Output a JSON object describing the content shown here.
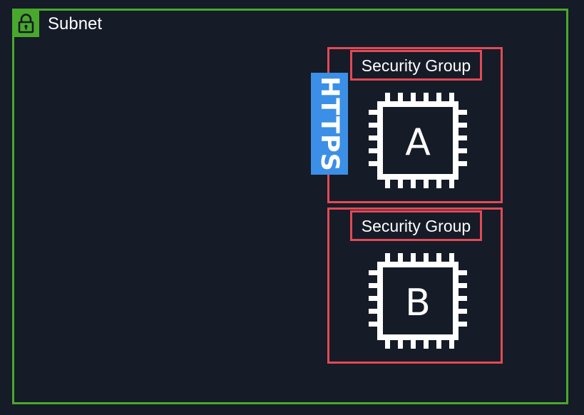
{
  "subnet": {
    "label": "Subnet",
    "icon": "lock-icon",
    "border_color": "#49a82c"
  },
  "security_groups": [
    {
      "label": "Security Group",
      "instance_label": "A",
      "icon": "chip-icon",
      "border_color": "#e24a55"
    },
    {
      "label": "Security Group",
      "instance_label": "B",
      "icon": "chip-icon",
      "border_color": "#e24a55"
    }
  ],
  "https_badge": {
    "label": "HTTPS",
    "color": "#3b8fe6"
  },
  "background_color": "#151b27"
}
